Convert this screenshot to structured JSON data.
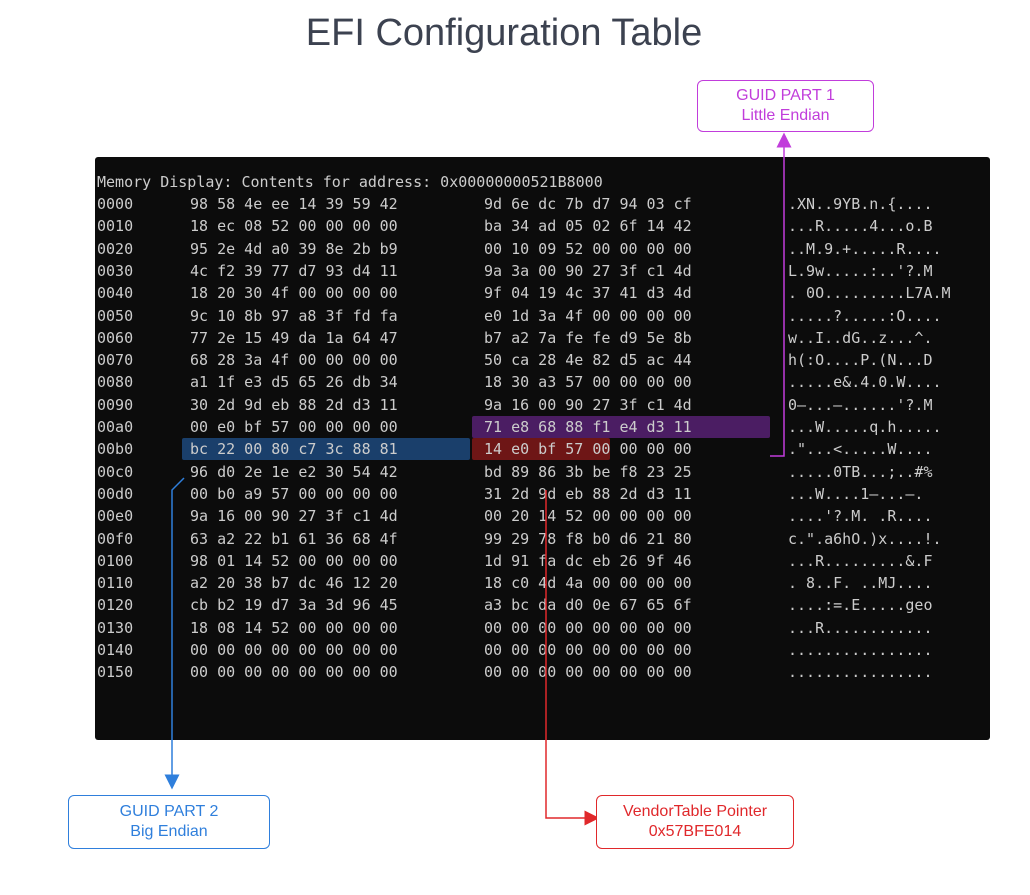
{
  "title": "EFI Configuration Table",
  "memory": {
    "header": "Memory Display: Contents for address: 0x00000000521B8000",
    "rows": [
      {
        "offset": "0000",
        "hex1": "98 58 4e ee 14 39 59 42",
        "hex2": "9d 6e dc 7b d7 94 03 cf",
        "ascii": ".XN..9YB.n.{...."
      },
      {
        "offset": "0010",
        "hex1": "18 ec 08 52 00 00 00 00",
        "hex2": "ba 34 ad 05 02 6f 14 42",
        "ascii": "...R.....4...o.B"
      },
      {
        "offset": "0020",
        "hex1": "95 2e 4d a0 39 8e 2b b9",
        "hex2": "00 10 09 52 00 00 00 00",
        "ascii": "..M.9.+.....R...."
      },
      {
        "offset": "0030",
        "hex1": "4c f2 39 77 d7 93 d4 11",
        "hex2": "9a 3a 00 90 27 3f c1 4d",
        "ascii": "L.9w.....:..'?.M"
      },
      {
        "offset": "0040",
        "hex1": "18 20 30 4f 00 00 00 00",
        "hex2": "9f 04 19 4c 37 41 d3 4d",
        "ascii": ". 0O.........L7A.M"
      },
      {
        "offset": "0050",
        "hex1": "9c 10 8b 97 a8 3f fd fa",
        "hex2": "e0 1d 3a 4f 00 00 00 00",
        "ascii": ".....?.....:O...."
      },
      {
        "offset": "0060",
        "hex1": "77 2e 15 49 da 1a 64 47",
        "hex2": "b7 a2 7a fe fe d9 5e 8b",
        "ascii": "w..I..dG..z...^."
      },
      {
        "offset": "0070",
        "hex1": "68 28 3a 4f 00 00 00 00",
        "hex2": "50 ca 28 4e 82 d5 ac 44",
        "ascii": "h(:O....P.(N...D"
      },
      {
        "offset": "0080",
        "hex1": "a1 1f e3 d5 65 26 db 34",
        "hex2": "18 30 a3 57 00 00 00 00",
        "ascii": ".....e&.4.0.W...."
      },
      {
        "offset": "0090",
        "hex1": "30 2d 9d eb 88 2d d3 11",
        "hex2": "9a 16 00 90 27 3f c1 4d",
        "ascii": "0–...–......'?.M"
      },
      {
        "offset": "00a0",
        "hex1": "00 e0 bf 57 00 00 00 00",
        "hex2": "71 e8 68 88 f1 e4 d3 11",
        "ascii": "...W.....q.h....."
      },
      {
        "offset": "00b0",
        "hex1": "bc 22 00 80 c7 3c 88 81",
        "hex2": "14 e0 bf 57 00 00 00 00",
        "ascii": ".\"...<.....W...."
      },
      {
        "offset": "00c0",
        "hex1": "96 d0 2e 1e e2 30 54 42",
        "hex2": "bd 89 86 3b be f8 23 25",
        "ascii": ".....0TB...;..#%"
      },
      {
        "offset": "00d0",
        "hex1": "00 b0 a9 57 00 00 00 00",
        "hex2": "31 2d 9d eb 88 2d d3 11",
        "ascii": "...W....1–...–."
      },
      {
        "offset": "00e0",
        "hex1": "9a 16 00 90 27 3f c1 4d",
        "hex2": "00 20 14 52 00 00 00 00",
        "ascii": "....'?.M. .R...."
      },
      {
        "offset": "00f0",
        "hex1": "63 a2 22 b1 61 36 68 4f",
        "hex2": "99 29 78 f8 b0 d6 21 80",
        "ascii": "c.\".a6hO.)x....!."
      },
      {
        "offset": "0100",
        "hex1": "98 01 14 52 00 00 00 00",
        "hex2": "1d 91 fa dc eb 26 9f 46",
        "ascii": "...R.........&.F"
      },
      {
        "offset": "0110",
        "hex1": "a2 20 38 b7 dc 46 12 20",
        "hex2": "18 c0 4d 4a 00 00 00 00",
        "ascii": ". 8..F. ..MJ...."
      },
      {
        "offset": "0120",
        "hex1": "cb b2 19 d7 3a 3d 96 45",
        "hex2": "a3 bc da d0 0e 67 65 6f",
        "ascii": "....:=.E.....geo"
      },
      {
        "offset": "0130",
        "hex1": "18 08 14 52 00 00 00 00",
        "hex2": "00 00 00 00 00 00 00 00",
        "ascii": "...R............"
      },
      {
        "offset": "0140",
        "hex1": "00 00 00 00 00 00 00 00",
        "hex2": "00 00 00 00 00 00 00 00",
        "ascii": "................"
      },
      {
        "offset": "0150",
        "hex1": "00 00 00 00 00 00 00 00",
        "hex2": "00 00 00 00 00 00 00 00",
        "ascii": "................"
      }
    ]
  },
  "highlights": [
    {
      "name": "guid-part1-highlight",
      "row": 10,
      "group": "hex2",
      "color": "#4b1d63"
    },
    {
      "name": "guid-part2-highlight",
      "row": 11,
      "group": "hex1",
      "color": "#1a3f6b"
    },
    {
      "name": "vendor-table-pointer-highlight",
      "row": 11,
      "group": "hex2-first4",
      "color": "#6e1616"
    }
  ],
  "callouts": {
    "guid_part1": {
      "line1": "GUID PART 1",
      "line2": "Little Endian",
      "color": "#c13ddb"
    },
    "guid_part2": {
      "line1": "GUID PART 2",
      "line2": "Big Endian",
      "color": "#2f7fdc"
    },
    "vendor_table": {
      "line1": "VendorTable Pointer",
      "line2": "0x57BFE014",
      "color": "#e0282b"
    }
  }
}
